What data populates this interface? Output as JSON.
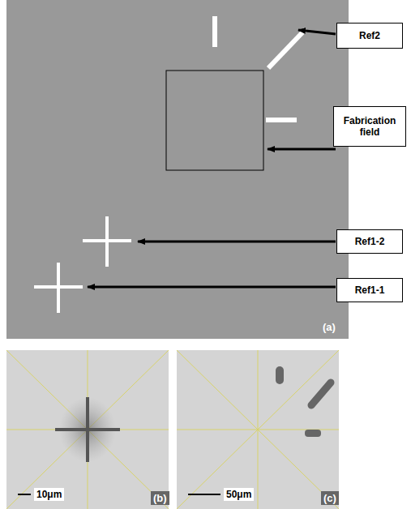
{
  "diagram": {
    "nodes": [
      {
        "text": [
          "Ref2"
        ]
      },
      {
        "text": [
          "Fabrication field"
        ]
      },
      {
        "text": [
          "Ref1-2"
        ]
      },
      {
        "text": [
          "Ref1-1"
        ]
      }
    ],
    "labels": [
      "(a)",
      "(b)",
      "(c)",
      "10μm",
      "50μm"
    ]
  }
}
